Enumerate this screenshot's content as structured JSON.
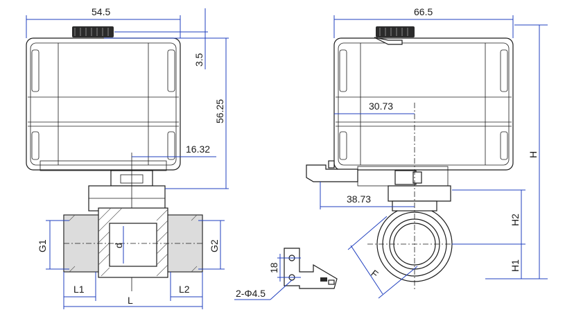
{
  "labels": {
    "width_front": "54.5",
    "top_gap": "3.5",
    "height_actuator": "56.25",
    "stem_offset": "16.32",
    "label_G1": "G1",
    "label_d": "d",
    "label_G2": "G2",
    "label_L1": "L1",
    "label_L2": "L2",
    "label_L": "L",
    "width_side": "66.5",
    "offset_30": "30.73",
    "offset_38": "38.73",
    "label_H": "H",
    "label_H2": "H2",
    "label_H1": "H1",
    "label_F": "F",
    "bracket_18": "18",
    "bracket_holes": "2-Φ4.5"
  },
  "colors": {
    "dimension_lines": "#1f3fbf",
    "outline": "#1a1a1a",
    "knob": "#2b2b2b"
  }
}
